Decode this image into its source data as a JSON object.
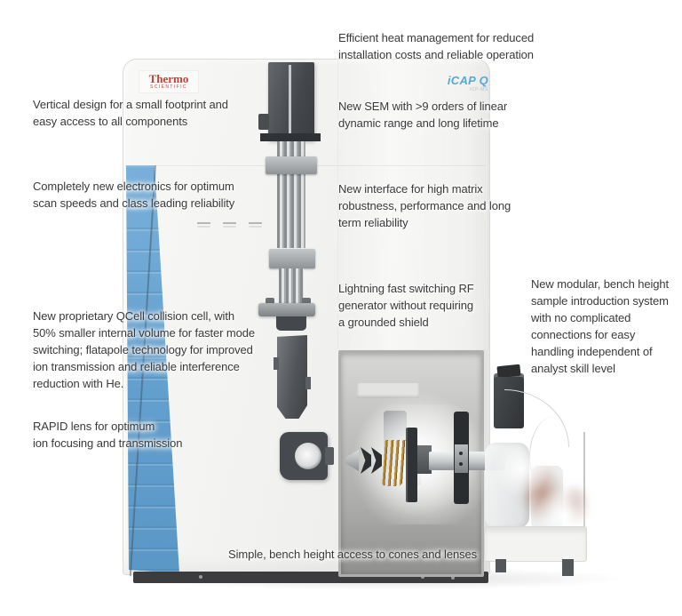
{
  "brand": {
    "thermo": {
      "name": "Thermo",
      "sub": "SCIENTIFIC",
      "color": "#c2423a"
    },
    "icap": {
      "name": "iCAP Q",
      "sub": "ICP-MS",
      "color": "#57a7d7"
    }
  },
  "colors": {
    "annotation_text": "#3a3a3a",
    "side_panel_blue": "#66a3d2",
    "machine_body": "#f0f0ee",
    "base_dark": "#3c3c3e",
    "coil_gold": "#bb8e34"
  },
  "annotations": [
    {
      "id": "heat-management",
      "text": "Efficient heat management for reduced\ninstallation costs and reliable operation"
    },
    {
      "id": "vertical-design",
      "text": "Vertical design for a small footprint and\neasy access to all components"
    },
    {
      "id": "new-sem",
      "text": "New SEM with >9 orders of linear\ndynamic range and long lifetime"
    },
    {
      "id": "electronics",
      "text": "Completely new electronics for optimum\nscan speeds and class leading reliability"
    },
    {
      "id": "interface",
      "text": "New interface for high matrix\nrobustness, performance and long\nterm reliability"
    },
    {
      "id": "qcell",
      "text": "New proprietary QCell collision cell, with\n50% smaller internal volume for faster mode\nswitching; flatapole technology for improved\nion transmission and reliable interference\nreduction with He."
    },
    {
      "id": "rf-generator",
      "text": "Lightning fast switching RF\ngenerator without requiring\na grounded shield"
    },
    {
      "id": "sample-introduction",
      "text": "New modular, bench height\nsample introduction system\nwith no complicated\nconnections for easy\nhandling independent of\nanalyst skill level"
    },
    {
      "id": "rapid-lens",
      "text": "RAPID lens for optimum\nion focusing and transmission"
    },
    {
      "id": "bench-access",
      "text": "Simple, bench height access to cones and lenses"
    }
  ]
}
